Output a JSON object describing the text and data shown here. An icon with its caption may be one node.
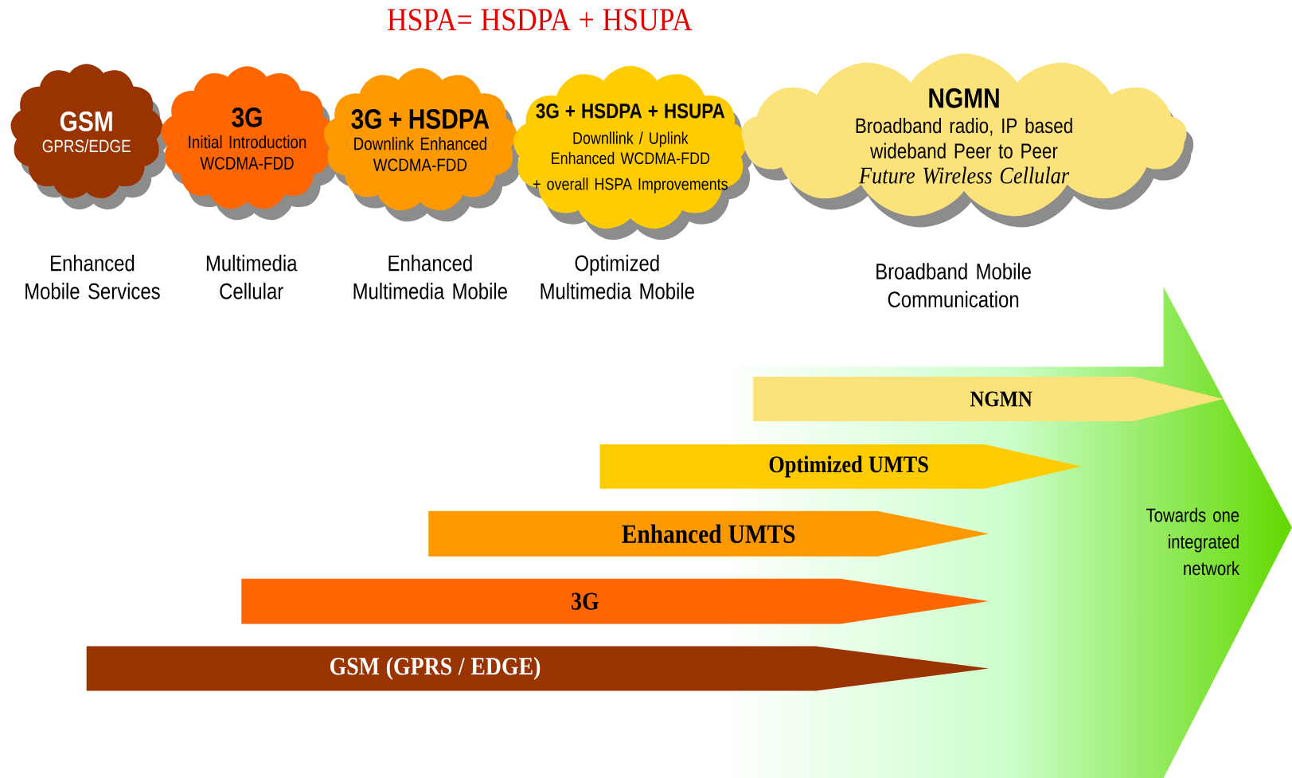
{
  "diagram": {
    "title": "HSPA= HSDPA + HSUPA",
    "nodes": [
      {
        "text": [
          "GSM",
          "GPRS/EDGE"
        ],
        "beside": [
          "Enhanced Mobile Services"
        ]
      },
      {
        "text": [
          "3G",
          "Initial Introduction WCDMA-FDD"
        ],
        "beside": [
          "Multimedia Cellular"
        ]
      },
      {
        "text": [
          "3G + HSDPA",
          "Downlink Enhanced WCDMA-FDD"
        ],
        "beside": [
          "Enhanced Multimedia Mobile"
        ]
      },
      {
        "text": [
          "3G + HSDPA + HSUPA",
          "Downllink / Uplink Enhanced WCDMA-FDD",
          "+ overall HSPA Improvements"
        ],
        "beside": [
          "Optimized Multimedia Mobile"
        ]
      },
      {
        "text": [
          "NGMN",
          "Broadband radio, IP based wideband Peer to Peer",
          "Future Wireless Cellular"
        ],
        "beside": [
          "Broadband Mobile Communication"
        ]
      },
      {
        "text": [
          "Towards one integrated network"
        ]
      },
      {
        "text": [
          "NGMN"
        ]
      },
      {
        "text": [
          "Optimized UMTS"
        ]
      },
      {
        "text": [
          "Enhanced UMTS"
        ]
      },
      {
        "text": [
          "3G"
        ]
      },
      {
        "text": [
          "GSM (GPRS / EDGE)"
        ]
      }
    ],
    "edges": []
  }
}
